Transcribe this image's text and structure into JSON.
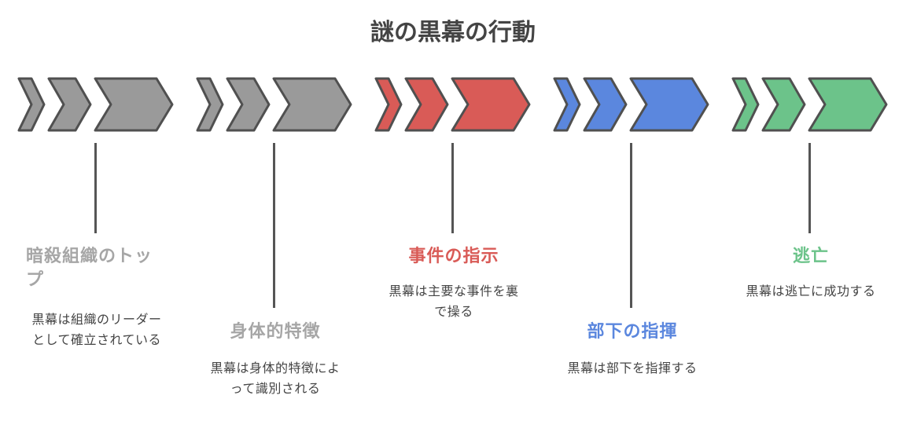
{
  "title": "謎の黒幕の行動",
  "steps": [
    {
      "title": "暗殺組織のトップ",
      "description": "黒幕は組織のリーダーとして確立されている",
      "color": "#9a9a9a",
      "text_color": "#a6a6a6"
    },
    {
      "title": "身体的特徴",
      "description": "黒幕は身体的特徴によって識別される",
      "color": "#9a9a9a",
      "text_color": "#a6a6a6"
    },
    {
      "title": "事件の指示",
      "description": "黒幕は主要な事件を裏で操る",
      "color": "#d95b57",
      "text_color": "#d95b57"
    },
    {
      "title": "部下の指揮",
      "description": "黒幕は部下を指揮する",
      "color": "#5b87de",
      "text_color": "#5b87de"
    },
    {
      "title": "逃亡",
      "description": "黒幕は逃亡に成功する",
      "color": "#6cc38a",
      "text_color": "#6cc38a"
    }
  ]
}
